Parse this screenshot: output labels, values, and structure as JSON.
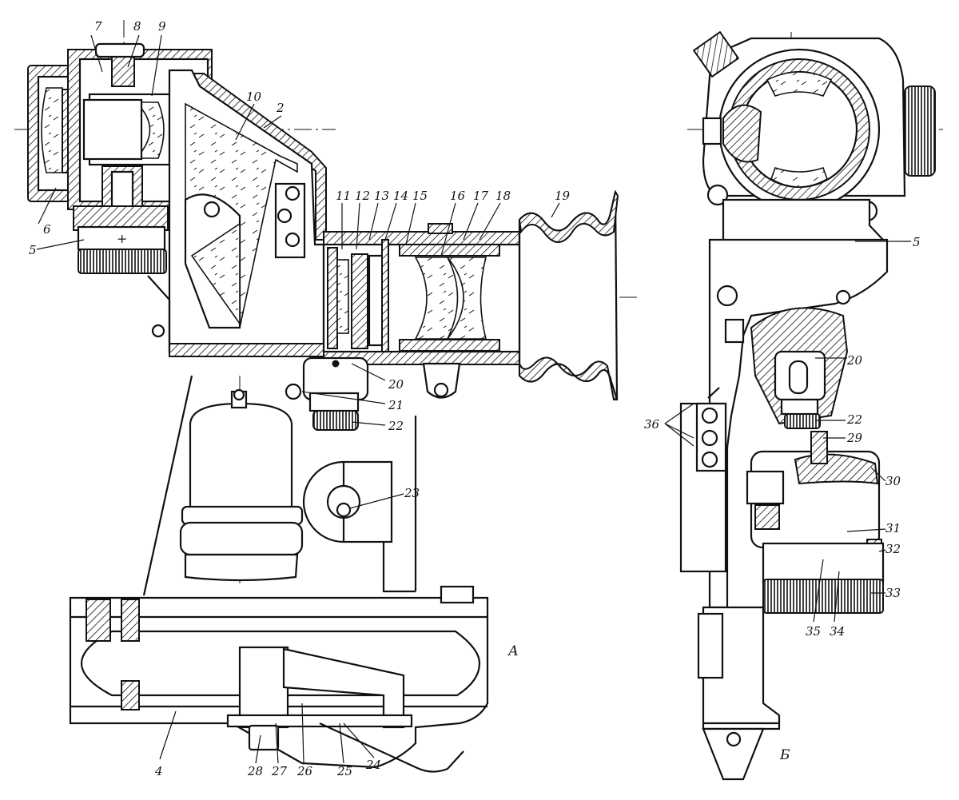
{
  "views": {
    "a": {
      "label": "А"
    },
    "b": {
      "label": "Б"
    }
  },
  "callouts": {
    "c2": "2",
    "c4": "4",
    "c5": "5",
    "c5b": "5",
    "c6": "6",
    "c7": "7",
    "c8": "8",
    "c9": "9",
    "c10": "10",
    "c11": "11",
    "c12": "12",
    "c13": "13",
    "c14": "14",
    "c15": "15",
    "c16": "16",
    "c17": "17",
    "c18": "18",
    "c19": "19",
    "c20": "20",
    "c20b": "20",
    "c21": "21",
    "c22": "22",
    "c22b": "22",
    "c23": "23",
    "c24": "24",
    "c25": "25",
    "c26": "26",
    "c27": "27",
    "c28": "28",
    "c29": "29",
    "c30": "30",
    "c31": "31",
    "c32": "32",
    "c33": "33",
    "c34": "34",
    "c35": "35",
    "c36": "36"
  }
}
